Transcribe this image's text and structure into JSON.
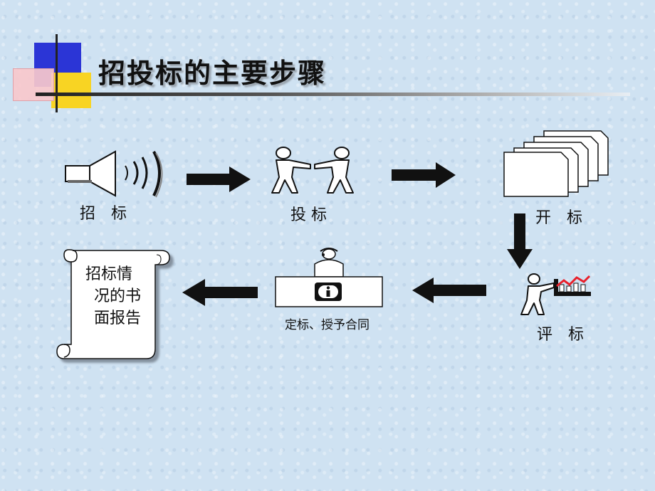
{
  "title": "招投标的主要步骤",
  "steps": {
    "zhaobiao": "招　标",
    "toubiao": "投 标",
    "kaibiao": "开　标",
    "pingbiao": "评　标",
    "dingbiao": "定标、授予合同",
    "report": [
      "招标情",
      "况的书",
      "面报告"
    ]
  },
  "colors": {
    "background": "#cfe2f2",
    "arrow": "#111111",
    "logo_blue": "#2b35d6",
    "logo_pink": "#f8c8cc",
    "logo_yellow": "#f8d423",
    "chart_red": "#e8202a"
  },
  "icons": [
    "megaphone-icon",
    "handshake-icon",
    "documents-icon",
    "evaluator-icon",
    "info-desk-icon",
    "scroll-icon"
  ]
}
